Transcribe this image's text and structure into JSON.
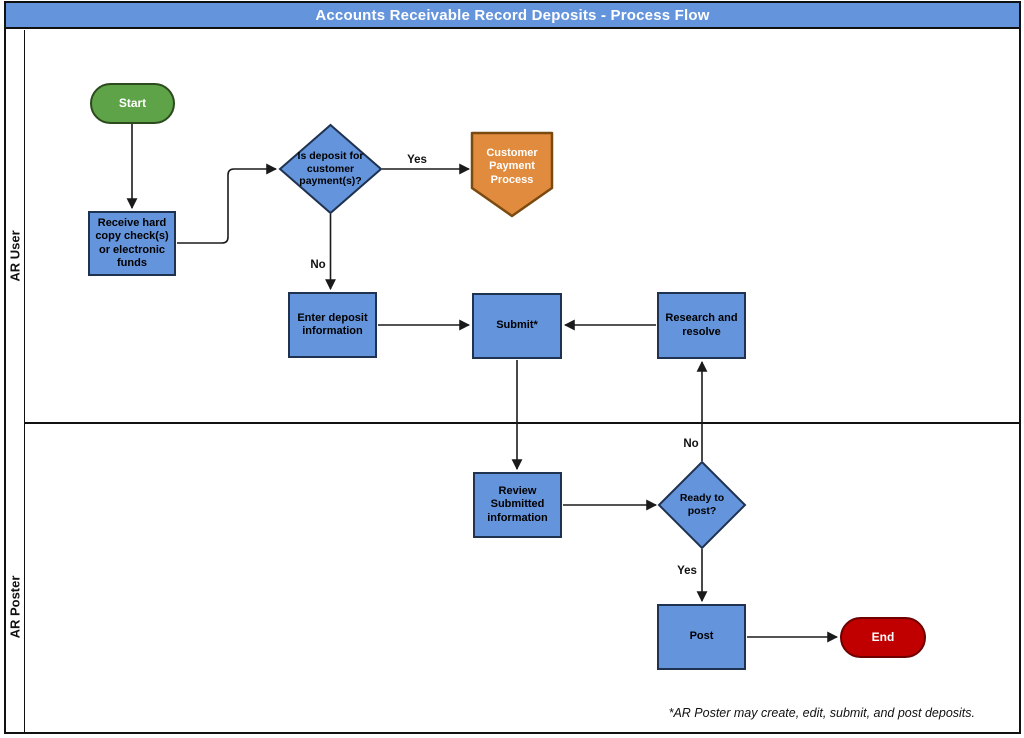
{
  "title": "Accounts Receivable Record Deposits - Process Flow",
  "lanes": [
    {
      "label": "AR User"
    },
    {
      "label": "AR Poster"
    }
  ],
  "nodes": {
    "start": {
      "label": "Start"
    },
    "receive": {
      "label": "Receive hard copy check(s) or electronic funds"
    },
    "is_deposit": {
      "label": "Is deposit for customer payment(s)?"
    },
    "customer_payment": {
      "label": "Customer Payment Process"
    },
    "enter_deposit": {
      "label": "Enter deposit information"
    },
    "submit": {
      "label": "Submit*"
    },
    "research": {
      "label": "Research and resolve"
    },
    "review": {
      "label": "Review Submitted information"
    },
    "ready_to_post": {
      "label": "Ready to post?"
    },
    "post": {
      "label": "Post"
    },
    "end": {
      "label": "End"
    }
  },
  "edge_labels": {
    "is_deposit_yes": "Yes",
    "is_deposit_no": "No",
    "ready_no": "No",
    "ready_yes": "Yes"
  },
  "footnote": "*AR Poster may create, edit, submit, and post deposits.",
  "colors": {
    "title_bar_fill": "#6494db",
    "process_fill": "#6494db",
    "process_border": "#1f3250",
    "start_fill": "#5ea348",
    "end_fill": "#c00000",
    "offpage_fill": "#e08b3d",
    "offpage_border": "#7a4a11",
    "connector": "#1a1a1a",
    "border": "#111111"
  }
}
